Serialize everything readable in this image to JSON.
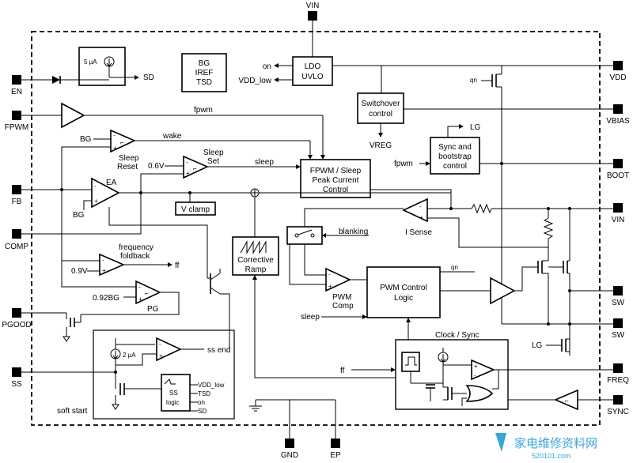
{
  "pins": {
    "vin_top": "VIN",
    "en": "EN",
    "fpwm": "FPWM",
    "fb": "FB",
    "comp": "COMP",
    "pgood": "PGOOD",
    "ss": "SS",
    "vdd": "VDD",
    "vbias": "VBIAS",
    "boot": "BOOT",
    "vin_right": "VIN",
    "sw1": "SW",
    "sw2": "SW",
    "freq": "FREQ",
    "sync": "SYNC",
    "gnd": "GND",
    "ep": "EP"
  },
  "blocks": {
    "current_source": {
      "value": "5 µA",
      "output": "SD"
    },
    "bg_block": {
      "line1": "BG",
      "line2": "IREF",
      "line3": "TSD"
    },
    "ldo": {
      "line1": "LDO",
      "line2": "UVLO",
      "out_on": "on",
      "out_vdd_low": "VDD_low"
    },
    "switchover": {
      "line1": "Switchover",
      "line2": "control",
      "out": "VREG"
    },
    "sync_bootstrap": {
      "line1": "Sync and",
      "line2": "bootstrap",
      "line3": "control",
      "out_lg": "LG"
    },
    "fpwm_sleep": {
      "line1": "FPWM / Sleep",
      "line2": "Peak Current",
      "line3": "Control"
    },
    "vclamp": {
      "label": "V clamp"
    },
    "corrective_ramp": {
      "line1": "Corrective",
      "line2": "Ramp"
    },
    "pwm_logic": {
      "line1": "PWM Control",
      "line2": "Logic",
      "out_qn": "qn"
    },
    "clock_sync": {
      "title": "Clock / Sync"
    },
    "soft_start": {
      "title": "soft start",
      "current": "2 µA",
      "logic_line1": "SS",
      "logic_line2": "logic",
      "out_vdd_low": "VDD_low",
      "out_tsd": "TSD",
      "out_on": "on",
      "out_sd": "SD",
      "ss_end": "ss end"
    }
  },
  "signals": {
    "fpwm": "fpwm",
    "wake": "wake",
    "sleep": "sleep",
    "bg": "BG",
    "bg_ea": "BG",
    "v06": "0.6V",
    "v09": "0.9V",
    "v092bg": "0.92BG",
    "ff": "ff",
    "ff_clock": "ff",
    "fpwm_sync": "fpwm",
    "blanking": "blanking",
    "qn_top": "qn",
    "sleep_pwm": "sleep",
    "lg_low": "LG"
  },
  "amps": {
    "sleep_reset": {
      "line1": "Sleep",
      "line2": "Reset"
    },
    "sleep_set": {
      "line1": "Sleep",
      "line2": "Set"
    },
    "ea": "EA",
    "freq_foldback": {
      "line1": "frequency",
      "line2": "foldback"
    },
    "pg": "PG",
    "isense": "I Sense",
    "pwm_comp": {
      "line1": "PWM",
      "line2": "Comp"
    }
  },
  "watermark": {
    "text": "家电维修资料网",
    "url": "520101.com"
  }
}
